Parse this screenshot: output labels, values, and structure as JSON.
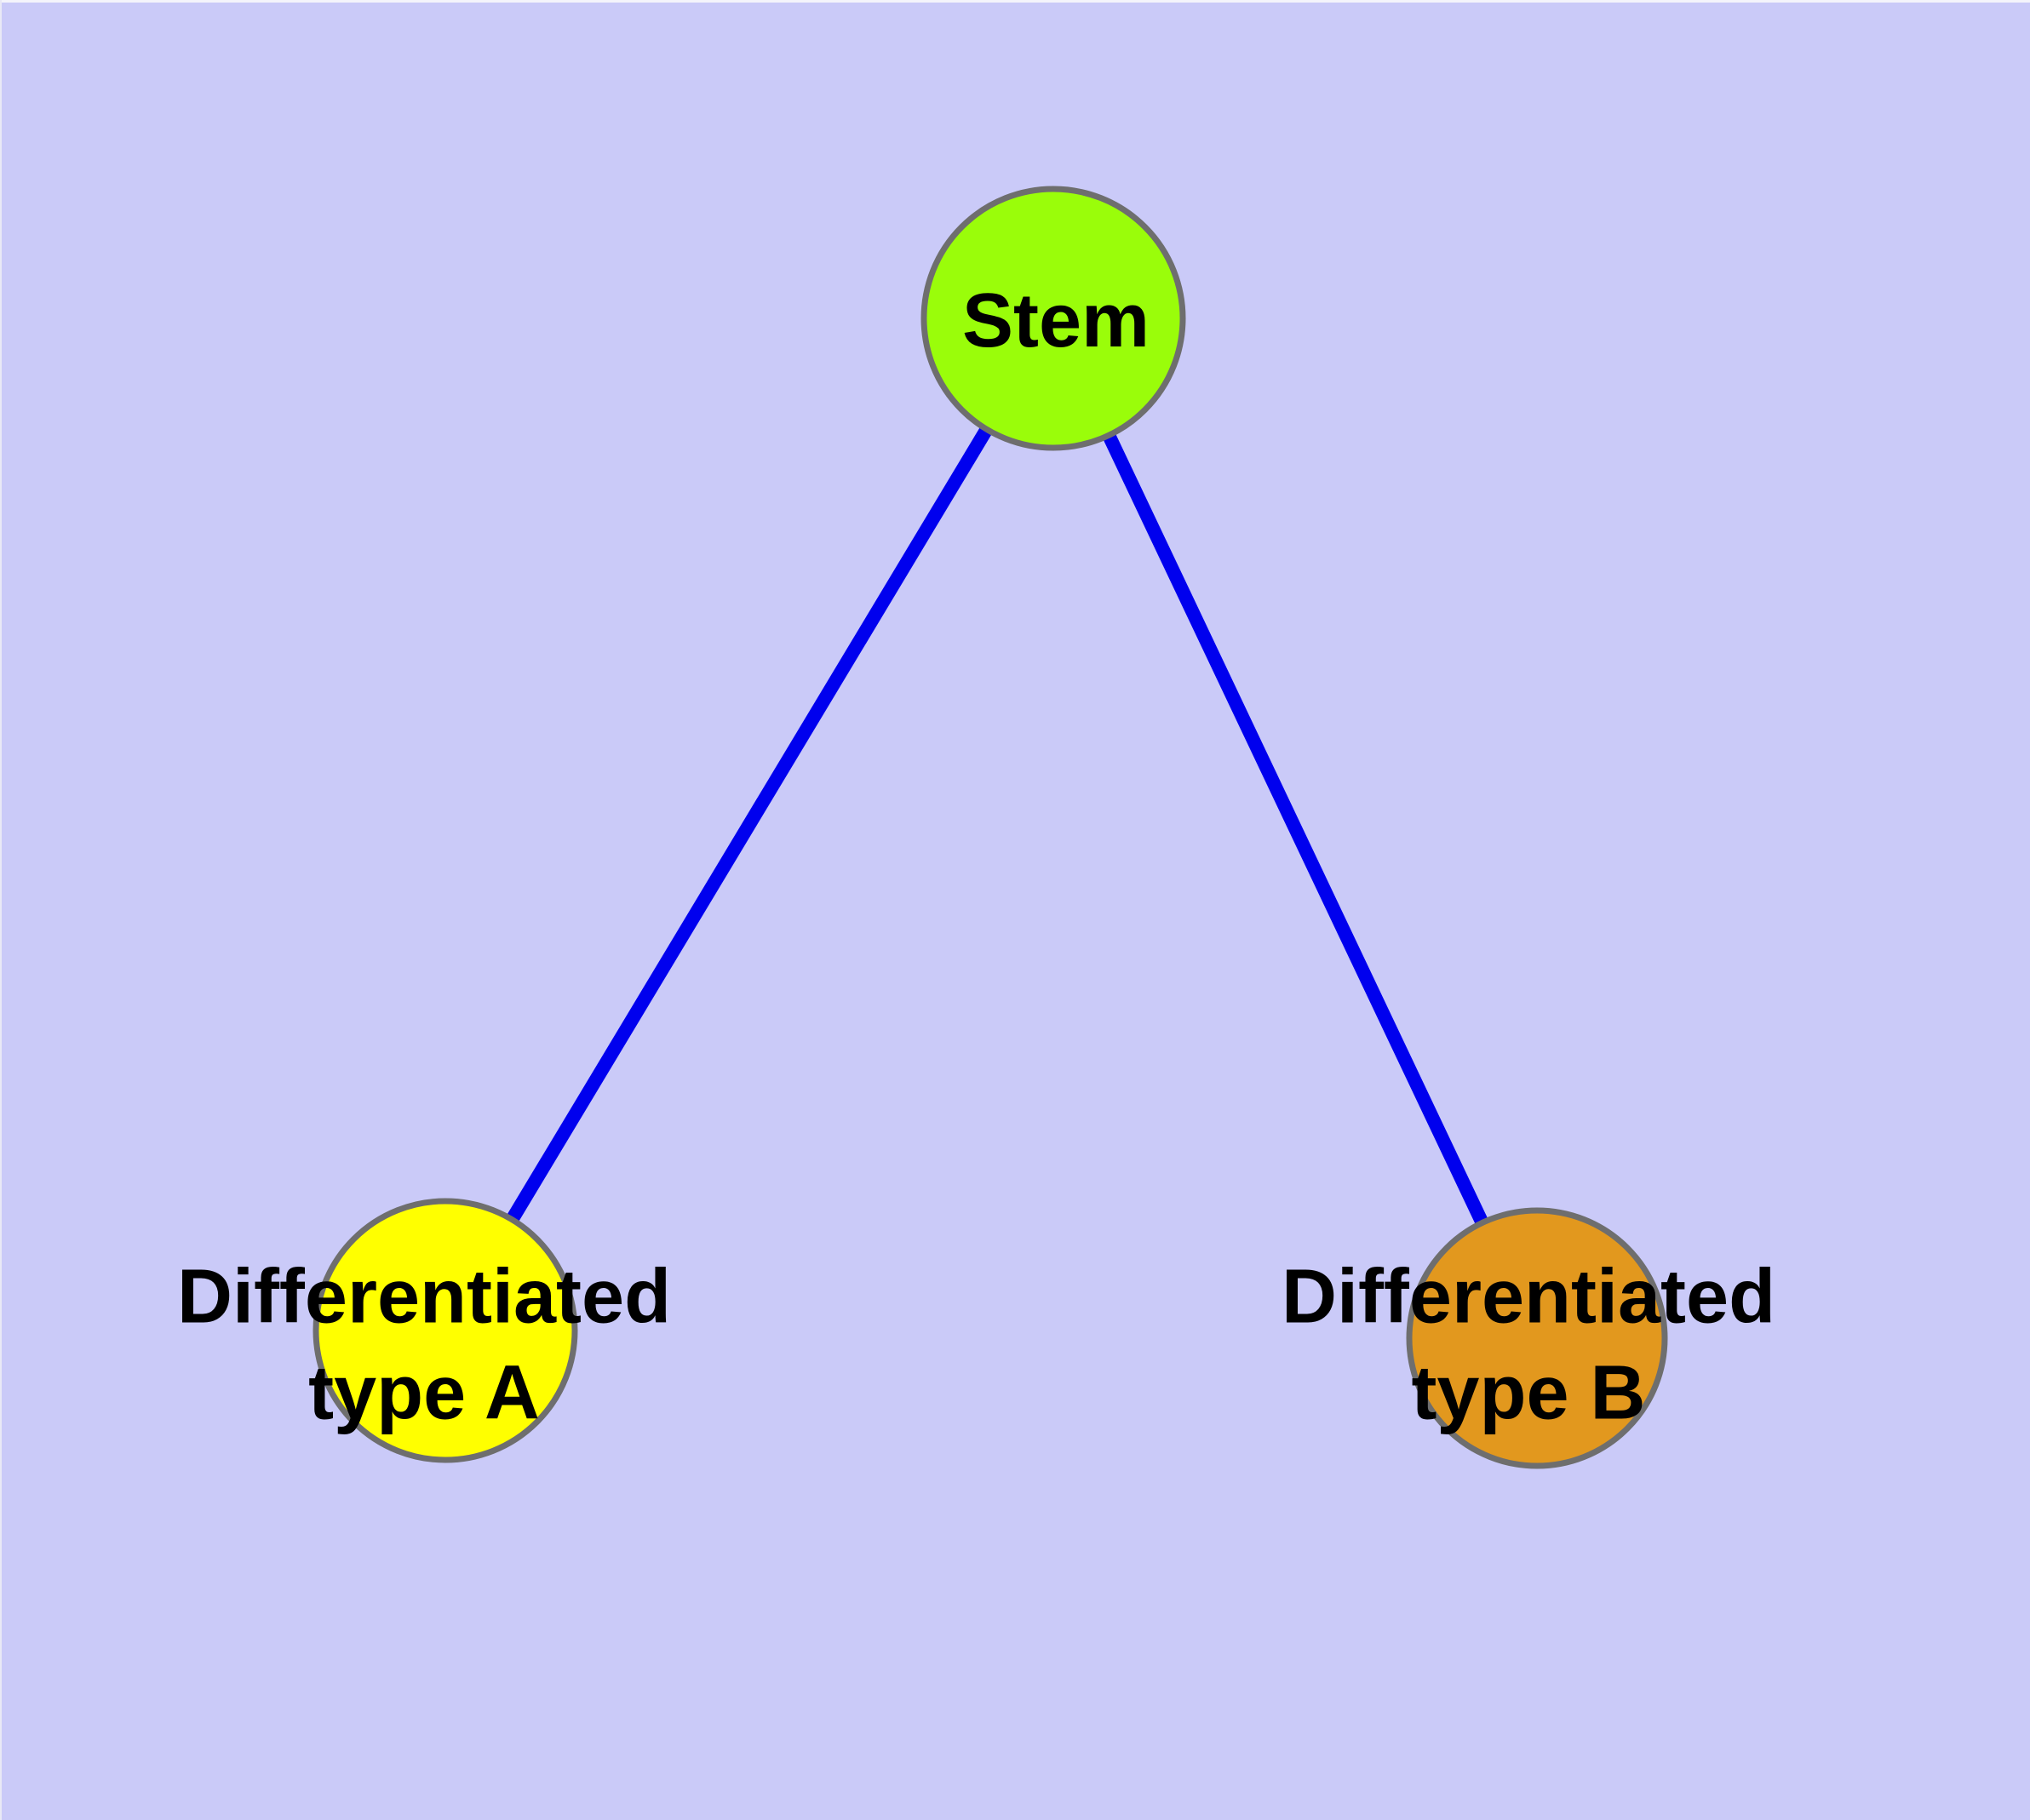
{
  "diagram": {
    "background_color": "#CACAF8",
    "text_color": "#000000",
    "edge": {
      "color": "#0000EE"
    },
    "node_border_color": "#6E6E6E",
    "nodes": {
      "stem": {
        "label": "Stem",
        "fill": "#9AFD0A"
      },
      "type_a": {
        "line1": "Differentiated",
        "line2": "type A",
        "fill": "#FFFF00"
      },
      "type_b": {
        "line1": "Differentiated",
        "line2": "type B",
        "fill": "#E2981E"
      }
    },
    "edges": [
      {
        "from": "Stem",
        "to": "Differentiated type A"
      },
      {
        "from": "Stem",
        "to": "Differentiated type B"
      }
    ]
  }
}
